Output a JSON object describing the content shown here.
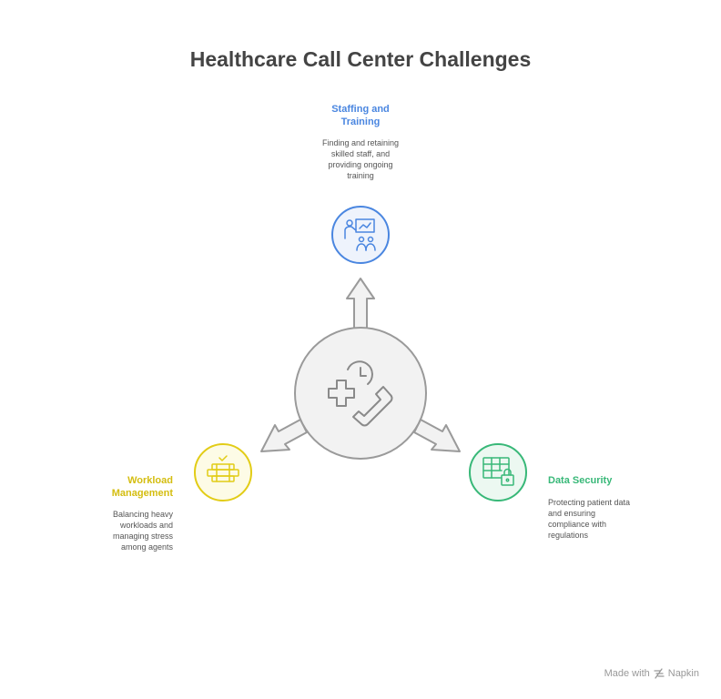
{
  "title": "Healthcare Call Center Challenges",
  "center": {
    "icon": "phone-medical-clock-icon"
  },
  "nodes": [
    {
      "id": "staffing",
      "label": "Staffing and Training",
      "label_lines": [
        "Staffing and",
        "Training"
      ],
      "description_lines": [
        "Finding and retaining",
        "skilled staff, and",
        "providing ongoing",
        "training"
      ],
      "color": "#4a86e0",
      "fill": "#eef3fc",
      "icon": "teacher-students-icon"
    },
    {
      "id": "workload",
      "label": "Workload Management",
      "label_lines": [
        "Workload",
        "Management"
      ],
      "description_lines": [
        "Balancing heavy",
        "workloads and",
        "managing stress",
        "among agents"
      ],
      "color": "#e2cc16",
      "fill": "#fdfbe6",
      "icon": "stacked-tasks-icon"
    },
    {
      "id": "security",
      "label": "Data Security",
      "label_lines": [
        "Data Security"
      ],
      "description_lines": [
        "Protecting patient data",
        "and ensuring",
        "compliance with",
        "regulations"
      ],
      "color": "#38b878",
      "fill": "#ecf8f1",
      "icon": "table-lock-icon"
    }
  ],
  "footer": {
    "made_with": "Made with",
    "brand": "Napkin"
  },
  "colors": {
    "hub_fill": "#f2f2f2",
    "hub_stroke": "#9a9a9a",
    "title": "#444444"
  }
}
